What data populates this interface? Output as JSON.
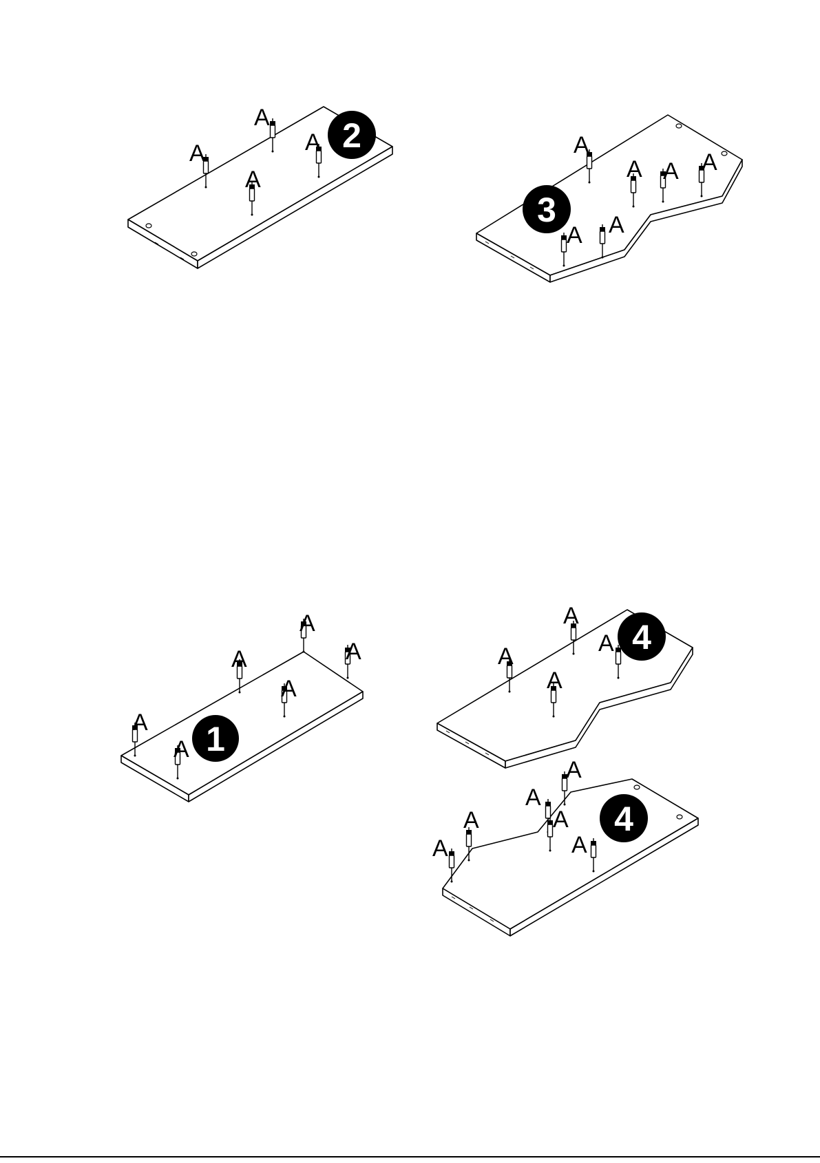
{
  "pin_label": "A",
  "diagrams": [
    {
      "id": "board-2",
      "step": "2"
    },
    {
      "id": "board-3",
      "step": "3"
    },
    {
      "id": "board-1",
      "step": "1"
    },
    {
      "id": "board-4-upper",
      "step": "4"
    },
    {
      "id": "board-4-lower",
      "step": "4"
    }
  ],
  "colors": {
    "ink": "#000000",
    "paper": "#ffffff"
  }
}
